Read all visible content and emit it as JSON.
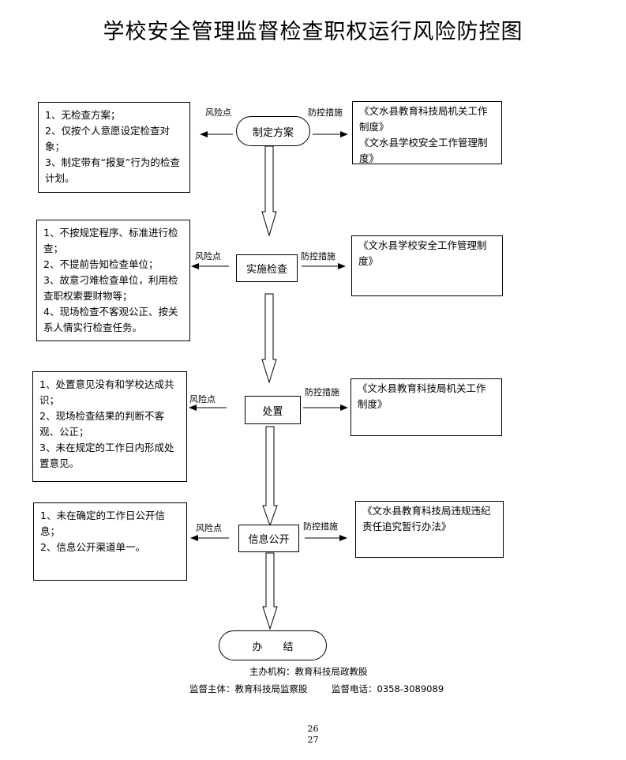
{
  "title": "学校安全管理监督检查职权运行风险防控图",
  "risk_label": "风险点",
  "measure_label": "防控措施",
  "steps": [
    {
      "name": "制定方案",
      "risks": [
        "1、无检查方案；",
        "2、仅按个人意愿设定检查对象；",
        "3、制定带有“报复”行为的检查计划。"
      ],
      "measures": [
        "《文水县教育科技局机关工作制度》",
        "《文水县学校安全工作管理制度》"
      ]
    },
    {
      "name": "实施检查",
      "risks": [
        "1、不按规定程序、标准进行检查；",
        "2、不提前告知检查单位；",
        "3、故意刁难检查单位，利用检查职权索要财物等；",
        "4、现场检查不客观公正、按关系人情实行检查任务。"
      ],
      "measures": [
        "《文水县学校安全工作管理制度》"
      ]
    },
    {
      "name": "处置",
      "risks": [
        "1、处置意见没有和学校达成共识；",
        "2、现场检查结果的判断不客观、公正；",
        "3、未在规定的工作日内形成处置意见。"
      ],
      "measures": [
        "《文水县教育科技局机关工作制度》"
      ]
    },
    {
      "name": "信息公开",
      "risks": [
        "1、未在确定的工作日公开信息；",
        "2、信息公开渠道单一。"
      ],
      "measures": [
        "《文水县教育科技局违规违纪责任追究暂行办法》"
      ]
    }
  ],
  "end_step": "办　　结",
  "footer": {
    "organizer": "主办机构：教育科技局政教股",
    "supervisor": "监督主体：教育科技局监察股",
    "phone": "监督电话：0358-3089089"
  },
  "page_numbers": [
    "26",
    "27"
  ]
}
